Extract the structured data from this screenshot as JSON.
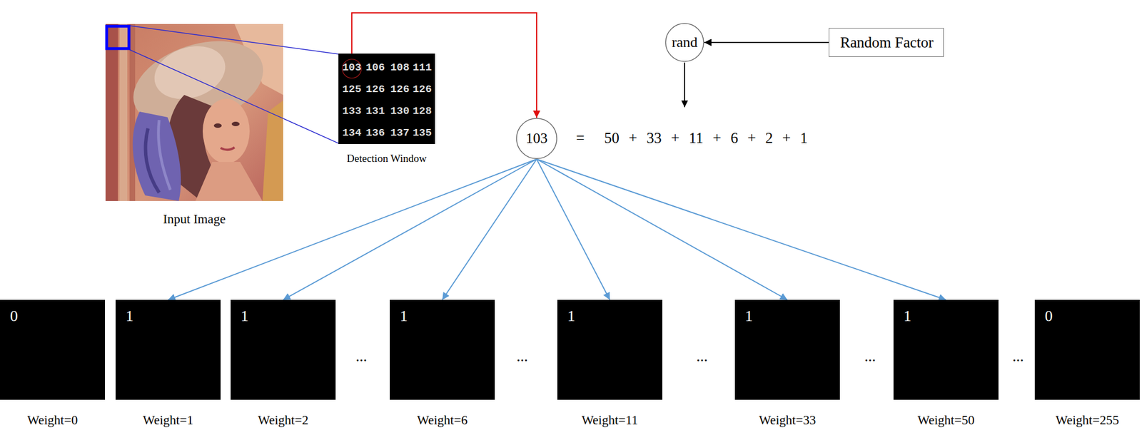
{
  "diagram": {
    "nodes": [
      {
        "text": [
          "Input Image"
        ]
      },
      {
        "text": [
          "103",
          "106",
          "108",
          "111",
          "125",
          "126",
          "126",
          "126",
          "133",
          "131",
          "130",
          "128",
          "134",
          "136",
          "137",
          "135",
          "Detection Window"
        ]
      },
      {
        "text": [
          "rand"
        ]
      },
      {
        "text": [
          "Random Factor"
        ]
      },
      {
        "text": [
          "103"
        ]
      },
      {
        "text": [
          "0",
          "Weight=0"
        ]
      },
      {
        "text": [
          "1",
          "Weight=1"
        ]
      },
      {
        "text": [
          "1",
          "Weight=2"
        ]
      },
      {
        "text": [
          "1",
          "Weight=6"
        ]
      },
      {
        "text": [
          "1",
          "Weight=11"
        ]
      },
      {
        "text": [
          "1",
          "Weight=33"
        ]
      },
      {
        "text": [
          "1",
          "Weight=50"
        ]
      },
      {
        "text": [
          "0",
          "Weight=255"
        ]
      }
    ],
    "edges": [
      {
        "from": 1,
        "to": 4,
        "arrow": "to"
      },
      {
        "from": 3,
        "to": 2,
        "arrow": "to"
      },
      {
        "from": 4,
        "to": 6,
        "arrow": "to"
      },
      {
        "from": 4,
        "to": 7,
        "arrow": "to"
      },
      {
        "from": 4,
        "to": 8,
        "arrow": "to"
      },
      {
        "from": 4,
        "to": 9,
        "arrow": "to"
      },
      {
        "from": 4,
        "to": 10,
        "arrow": "to"
      },
      {
        "from": 4,
        "to": 11,
        "arrow": "to"
      }
    ],
    "labels": [
      "=",
      "50 + 33 + 11 + 6 + 2 + 1",
      "...",
      "...",
      "...",
      "...",
      "..."
    ]
  }
}
